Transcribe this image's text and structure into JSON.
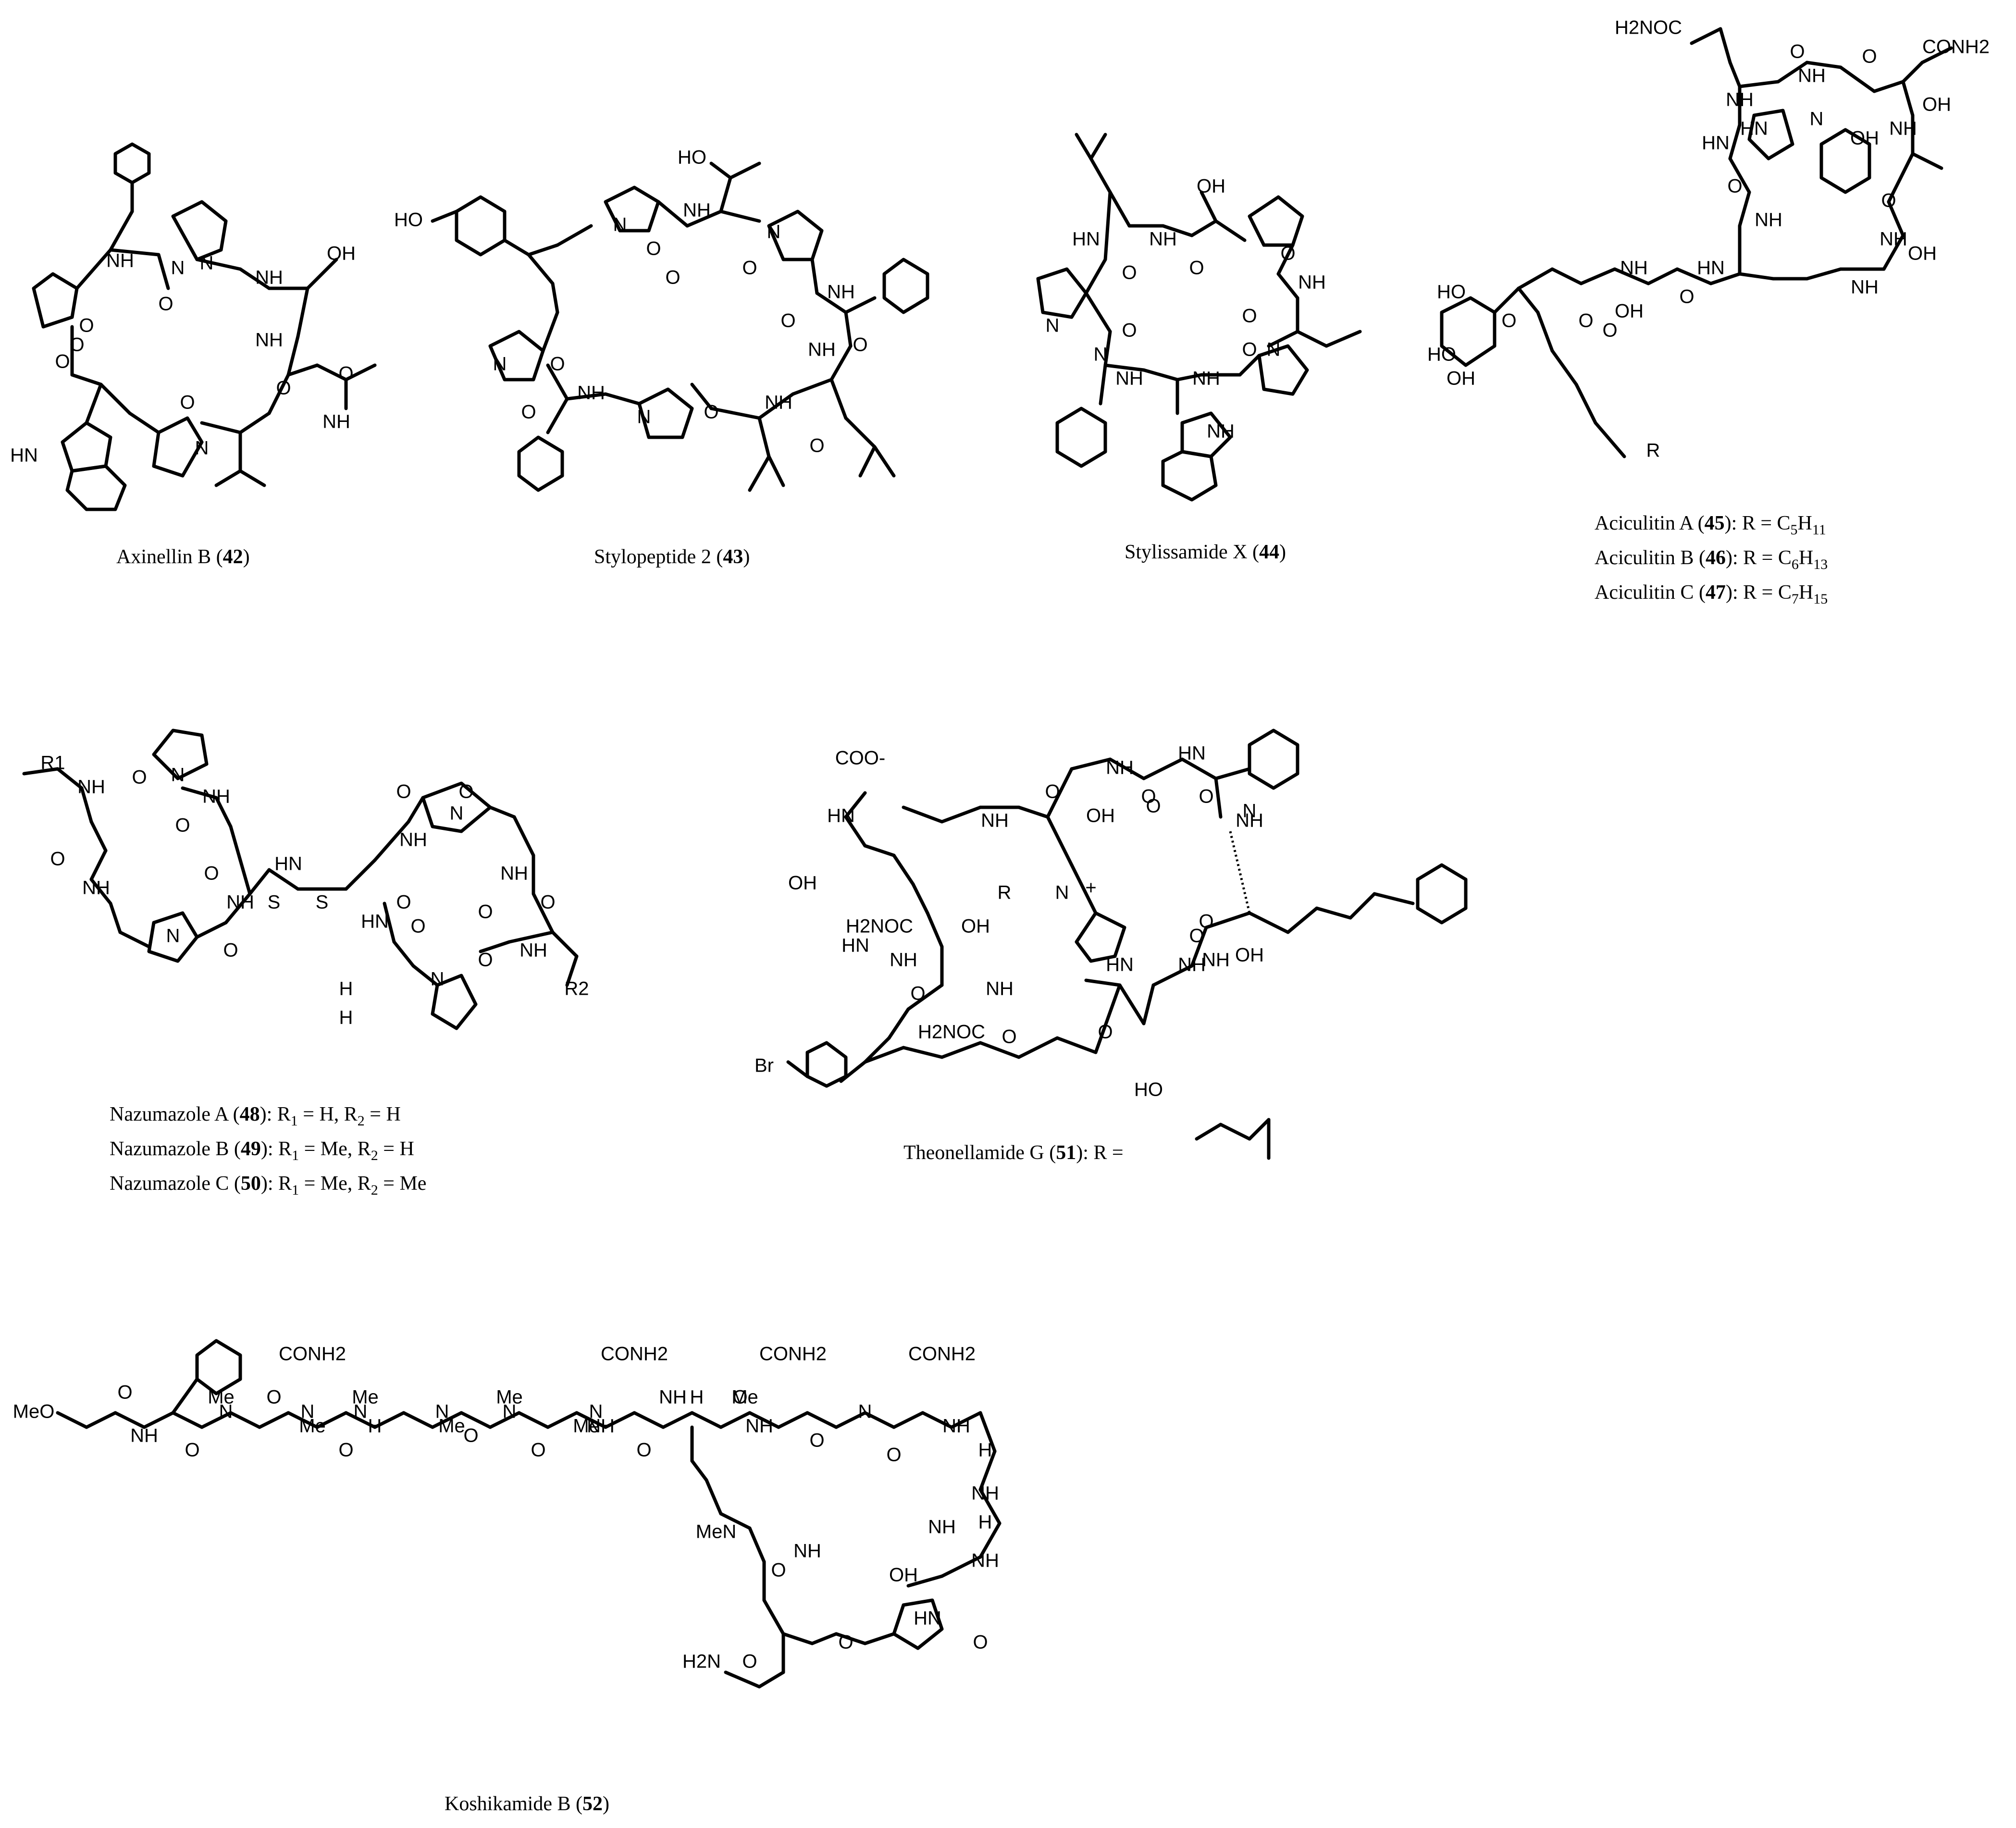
{
  "compounds": [
    {
      "name": "Axinellin B",
      "number": "42"
    },
    {
      "name": "Stylopeptide 2",
      "number": "43"
    },
    {
      "name": "Stylissamide X",
      "number": "44"
    },
    {
      "group": [
        {
          "name": "Aciculitin A",
          "number": "45",
          "r_label": "R = C",
          "r_sub1": "5",
          "r_mid": "H",
          "r_sub2": "11"
        },
        {
          "name": "Aciculitin B",
          "number": "46",
          "r_label": "R = C",
          "r_sub1": "6",
          "r_mid": "H",
          "r_sub2": "13"
        },
        {
          "name": "Aciculitin C",
          "number": "47",
          "r_label": "R = C",
          "r_sub1": "7",
          "r_mid": "H",
          "r_sub2": "15"
        }
      ]
    },
    {
      "group": [
        {
          "name": "Nazumazole A",
          "number": "48",
          "r1": "H",
          "r2": "H"
        },
        {
          "name": "Nazumazole B",
          "number": "49",
          "r1": "Me",
          "r2": "H"
        },
        {
          "name": "Nazumazole C",
          "number": "50",
          "r1": "Me",
          "r2": "Me"
        }
      ]
    },
    {
      "name": "Theonellamide G",
      "number": "51",
      "r_label": "R ="
    },
    {
      "name": "Koshikamide B",
      "number": "52"
    }
  ],
  "atom_labels": {
    "axinellin": [
      "NH",
      "N",
      "O",
      "O",
      "OH",
      "NH",
      "N",
      "O",
      "NH",
      "O",
      "NH",
      "N",
      "O",
      "O",
      "HN",
      "O"
    ],
    "stylopeptide": [
      "HO",
      "HO",
      "N",
      "O",
      "NH",
      "O",
      "N",
      "O",
      "NH",
      "O",
      "NH",
      "O",
      "NH",
      "O",
      "N",
      "N",
      "O",
      "NH",
      "O",
      "O"
    ],
    "stylissamide": [
      "OH",
      "HN",
      "NH",
      "O",
      "O",
      "N",
      "N",
      "NH",
      "O",
      "O",
      "NH",
      "NH",
      "N",
      "O",
      "O",
      "NH"
    ],
    "aciculitin": [
      "H2NOC",
      "CONH2",
      "NH",
      "NH",
      "OH",
      "O",
      "O",
      "HN",
      "HN",
      "N",
      "OH",
      "NH",
      "O",
      "NH",
      "O",
      "NH",
      "NH",
      "HN",
      "OH",
      "OH",
      "HO",
      "O",
      "O",
      "HO",
      "OH",
      "O",
      "NH",
      "O",
      "R"
    ],
    "nazumazole": [
      "R1",
      "NH",
      "N",
      "O",
      "O",
      "NH",
      "NH",
      "O",
      "O",
      "NH",
      "O",
      "N",
      "HN",
      "S",
      "S",
      "O",
      "NH",
      "O",
      "N",
      "NH",
      "O",
      "HN",
      "O",
      "H",
      "O",
      "O",
      "NH",
      "H",
      "N",
      "R2",
      "O"
    ],
    "theonellamide": [
      "COO-",
      "HN",
      "NH",
      "O",
      "NH",
      "OH",
      "O",
      "HN",
      "O",
      "N",
      "NH",
      "O",
      "R",
      "N",
      "+",
      "H2NOC",
      "OH",
      "OH",
      "HN",
      "NH",
      "NH",
      "HN",
      "O",
      "O",
      "O",
      "NH",
      "O",
      "NH",
      "H2NOC",
      "HO",
      "O",
      "OH",
      "Br"
    ],
    "koshikamide": [
      "CONH2",
      "CONH2",
      "CONH2",
      "CONH2",
      "MeO",
      "Me",
      "Me",
      "Me",
      "Me",
      "Me",
      "Me",
      "Me",
      "N",
      "N",
      "N",
      "N",
      "N",
      "N",
      "N",
      "H",
      "H",
      "H",
      "NH",
      "NH",
      "NH",
      "NH",
      "NH",
      "O",
      "O",
      "O",
      "O",
      "O",
      "O",
      "O",
      "O",
      "O",
      "O",
      "MeN",
      "NH",
      "NH",
      "NH",
      "H",
      "NH",
      "OH",
      "HN",
      "O",
      "H2N",
      "O",
      "O",
      "O"
    ]
  },
  "koshikamide_overlay": {
    "N": "N",
    "H": "H"
  }
}
